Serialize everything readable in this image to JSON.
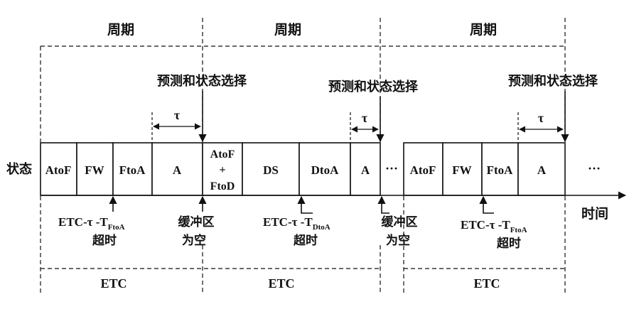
{
  "period_label": "周期",
  "predict_label": "预测和状态选择",
  "tau": "τ",
  "state_axis": "状态",
  "time_axis": "时间",
  "etc_label": "ETC",
  "ellipsis": "···",
  "states": {
    "s1": "AtoF",
    "s2": "FW",
    "s3": "FtoA",
    "s4": "A",
    "s5_line1": "AtoF",
    "s5_line2": "+",
    "s5_line3": "FtoD",
    "s6": "DS",
    "s7": "DtoA",
    "s8": "A",
    "s9": "AtoF",
    "s10": "FW",
    "s11": "FtoA",
    "s12": "A"
  },
  "annotations": {
    "a1_main": "ETC-τ -T",
    "a1_sub": "FtoA",
    "a1_line2": "超时",
    "b1_line1": "缓冲区",
    "b1_line2": "为空",
    "a2_main": "ETC-τ -T",
    "a2_sub": "DtoA",
    "a2_line2": "超时",
    "b2_line1": "缓冲区",
    "b2_line2": "为空",
    "a3_main": "ETC-τ -T",
    "a3_sub": "FtoA",
    "a3_line2": "超时"
  }
}
